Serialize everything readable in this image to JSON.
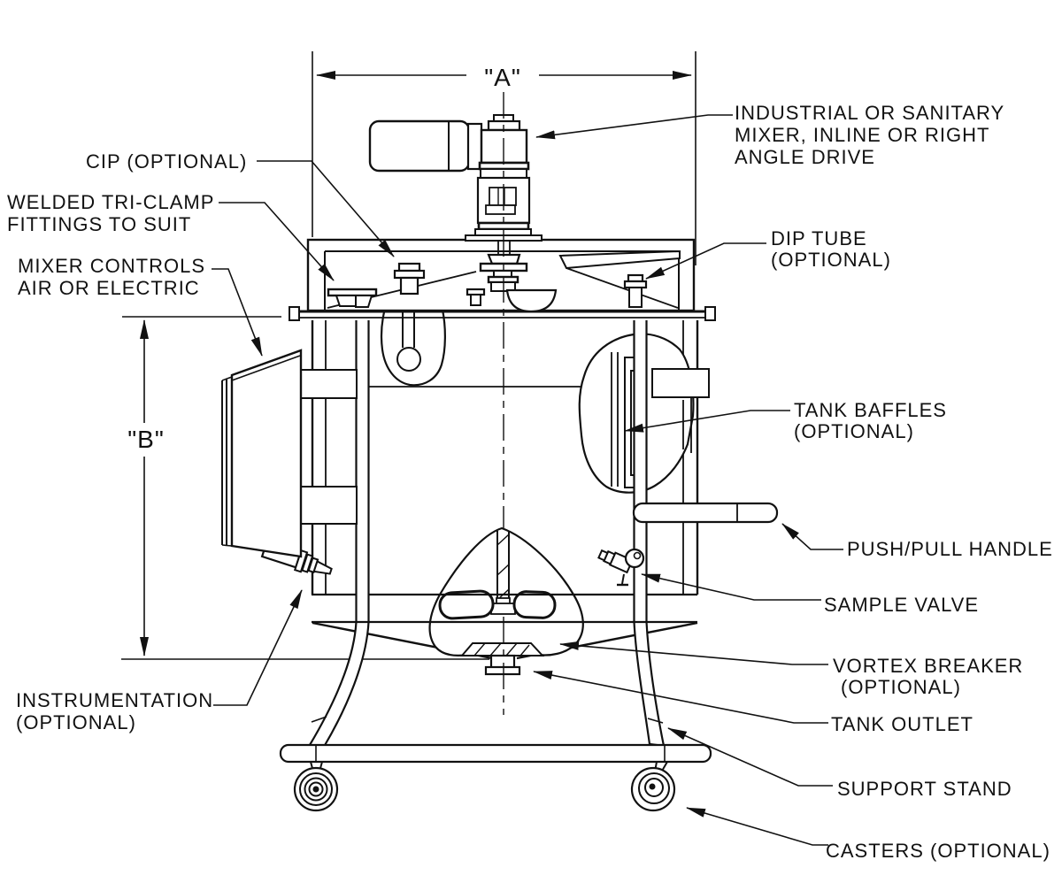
{
  "drawing": {
    "type": "engineering-line-drawing",
    "subject": "portable mixing tank with support stand",
    "background_color": "#ffffff",
    "line_color": "#111111",
    "dimensions": {
      "width_label": "\"A\"",
      "height_label": "\"B\""
    },
    "callouts": {
      "industrial_1": "INDUSTRIAL OR SANITARY",
      "industrial_2": "MIXER, INLINE OR RIGHT",
      "industrial_3": "ANGLE DRIVE",
      "cip": "CIP (OPTIONAL)",
      "welded_1": "WELDED TRI-CLAMP",
      "welded_2": "FITTINGS TO SUIT",
      "controls_1": "MIXER CONTROLS",
      "controls_2": "AIR OR ELECTRIC",
      "dip_1": "DIP TUBE",
      "dip_2": "(OPTIONAL)",
      "baffles_1": "TANK BAFFLES",
      "baffles_2": "(OPTIONAL)",
      "handle": "PUSH/PULL HANDLE",
      "sample_valve": "SAMPLE VALVE",
      "vortex_1": "VORTEX BREAKER",
      "vortex_2": "(OPTIONAL)",
      "tank_outlet": "TANK OUTLET",
      "support_stand": "SUPPORT STAND",
      "casters": "CASTERS (OPTIONAL)",
      "instrumentation_1": "INSTRUMENTATION",
      "instrumentation_2": "(OPTIONAL)"
    }
  }
}
